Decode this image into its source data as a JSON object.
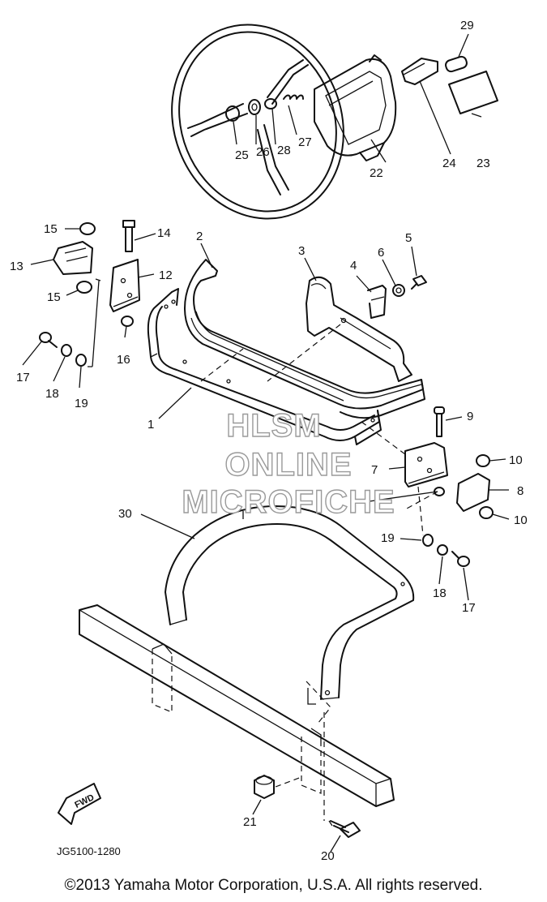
{
  "labels": {
    "p1": "1",
    "p2": "2",
    "p3": "3",
    "p4": "4",
    "p5": "5",
    "p6": "6",
    "p7": "7",
    "p8": "8",
    "p9": "9",
    "p10a": "10",
    "p10b": "10",
    "p12": "12",
    "p13": "13",
    "p14": "14",
    "p15a": "15",
    "p15b": "15",
    "p16": "16",
    "p17a": "17",
    "p17b": "17",
    "p18a": "18",
    "p18b": "18",
    "p19a": "19",
    "p19b": "19",
    "p20": "20",
    "p21": "21",
    "p22": "22",
    "p23": "23",
    "p24": "24",
    "p25": "25",
    "p26": "26",
    "p27": "27",
    "p28": "28",
    "p29": "29",
    "p30": "30"
  },
  "watermark": {
    "line1": "HLSM",
    "line2": "ONLINE",
    "line3": "MICROFICHE"
  },
  "fwd_badge": "FWD",
  "diagram_code": "JG5100-1280",
  "copyright": "©2013 Yamaha Motor Corporation, U.S.A. All rights reserved."
}
